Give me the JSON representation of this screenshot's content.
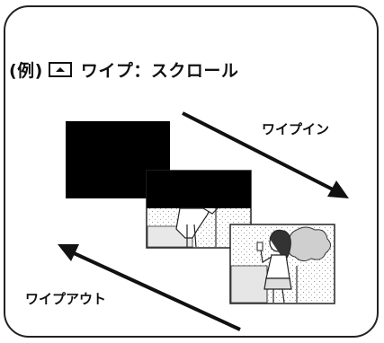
{
  "title": {
    "prefix": "(例)",
    "text": "ワイプ：スクロール",
    "icon": "wipe-up-icon"
  },
  "labels": {
    "wipe_in": "ワイプイン",
    "wipe_out": "ワイプアウト"
  },
  "frames": [
    {
      "name": "black-frame",
      "content": "solid-black"
    },
    {
      "name": "partial-scene-frame",
      "content": "illustration-partial"
    },
    {
      "name": "full-scene-frame",
      "content": "illustration-woman-drinking"
    }
  ],
  "colors": {
    "border": "#222222",
    "frame_fill": "#000000",
    "arrow": "#111111",
    "scene_bg": "#dcdcdc"
  }
}
